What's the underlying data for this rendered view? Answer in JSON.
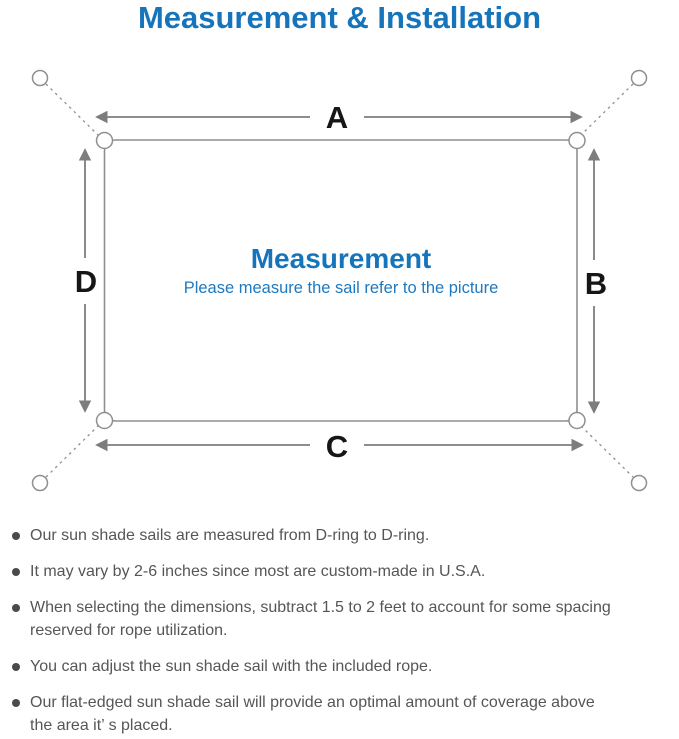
{
  "page": {
    "title": "Measurement & Installation"
  },
  "diagram": {
    "labels": {
      "top": "A",
      "right": "B",
      "bottom": "C",
      "left": "D"
    },
    "center": {
      "title": "Measurement",
      "subtitle": "Please measure the sail refer to the picture"
    }
  },
  "colors": {
    "accent_blue": "#1674bb",
    "body_text_gray": "#555657",
    "line_gray": "#828282",
    "border_gray": "#8f8f8f"
  },
  "bullets": [
    "Our sun shade sails are measured from D-ring to D-ring.",
    "It may vary by 2-6 inches since most are custom-made in U.S.A.",
    "When selecting the dimensions, subtract 1.5 to 2 feet to account for some spacing\nreserved for rope utilization.",
    "You can adjust the sun shade sail with the included rope.",
    "Our flat-edged sun shade sail will provide an optimal amount of coverage above\nthe area it’ s placed."
  ]
}
